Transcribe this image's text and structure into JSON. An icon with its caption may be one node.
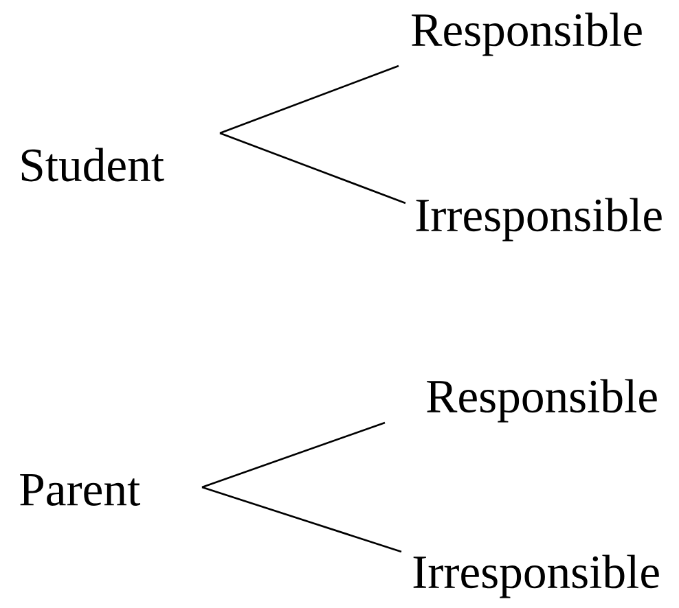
{
  "diagram": {
    "nodes": [
      {
        "text": [
          "Student"
        ]
      },
      {
        "text": [
          "Responsible"
        ]
      },
      {
        "text": [
          "Irresponsible"
        ]
      },
      {
        "text": [
          "Parent"
        ]
      },
      {
        "text": [
          "Responsible"
        ]
      },
      {
        "text": [
          "Irresponsible"
        ]
      }
    ],
    "edges": [
      {
        "from": 0,
        "to": 1,
        "arrow": "none"
      },
      {
        "from": 0,
        "to": 2,
        "arrow": "none"
      },
      {
        "from": 3,
        "to": 4,
        "arrow": "none"
      },
      {
        "from": 3,
        "to": 5,
        "arrow": "none"
      }
    ]
  }
}
